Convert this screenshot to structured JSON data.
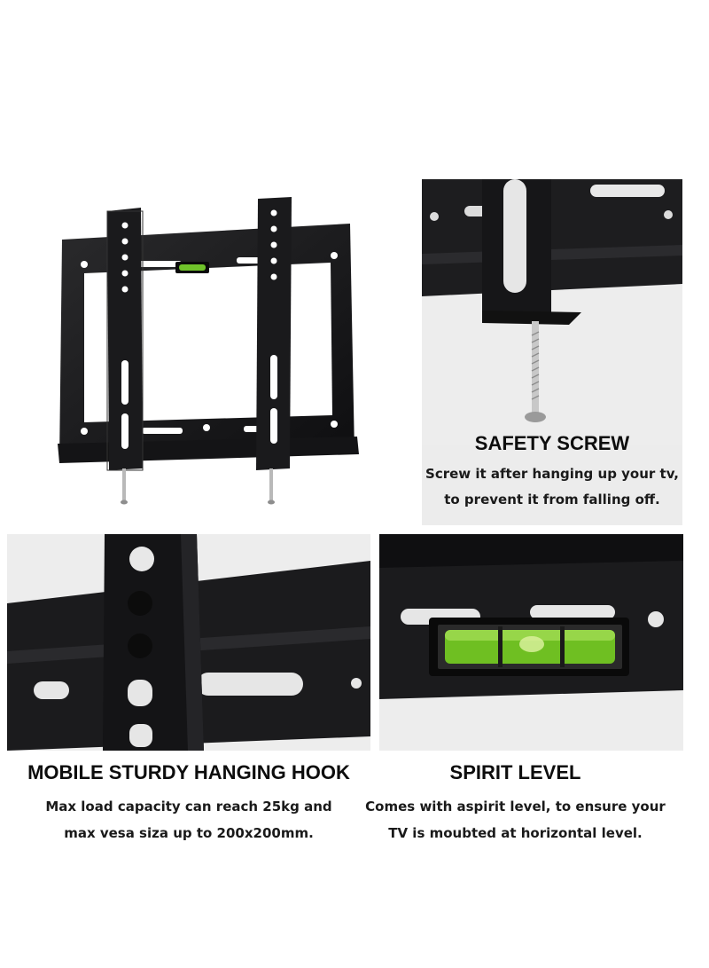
{
  "colors": {
    "background": "#ffffff",
    "panel_gray": "#ededed",
    "steel": "#1c1c1e",
    "bubble_green": "#7fcf2a"
  },
  "features": [
    {
      "title": "SAFETY SCREW",
      "lines": [
        "Screw it after hanging up your tv,",
        "to prevent it from falling off."
      ],
      "icon": "screw-closeup-image"
    },
    {
      "title": "MOBILE STURDY HANGING HOOK",
      "lines": [
        "Max load capacity can reach 25kg and",
        "max vesa siza up to 200x200mm."
      ],
      "icon": "hanging-hook-closeup-image"
    },
    {
      "title": "SPIRIT LEVEL",
      "lines": [
        "Comes with aspirit level, to ensure your",
        "TV is moubted at horizontal level."
      ],
      "icon": "spirit-level-closeup-image"
    }
  ],
  "product": {
    "icon": "tv-wall-bracket-image"
  }
}
